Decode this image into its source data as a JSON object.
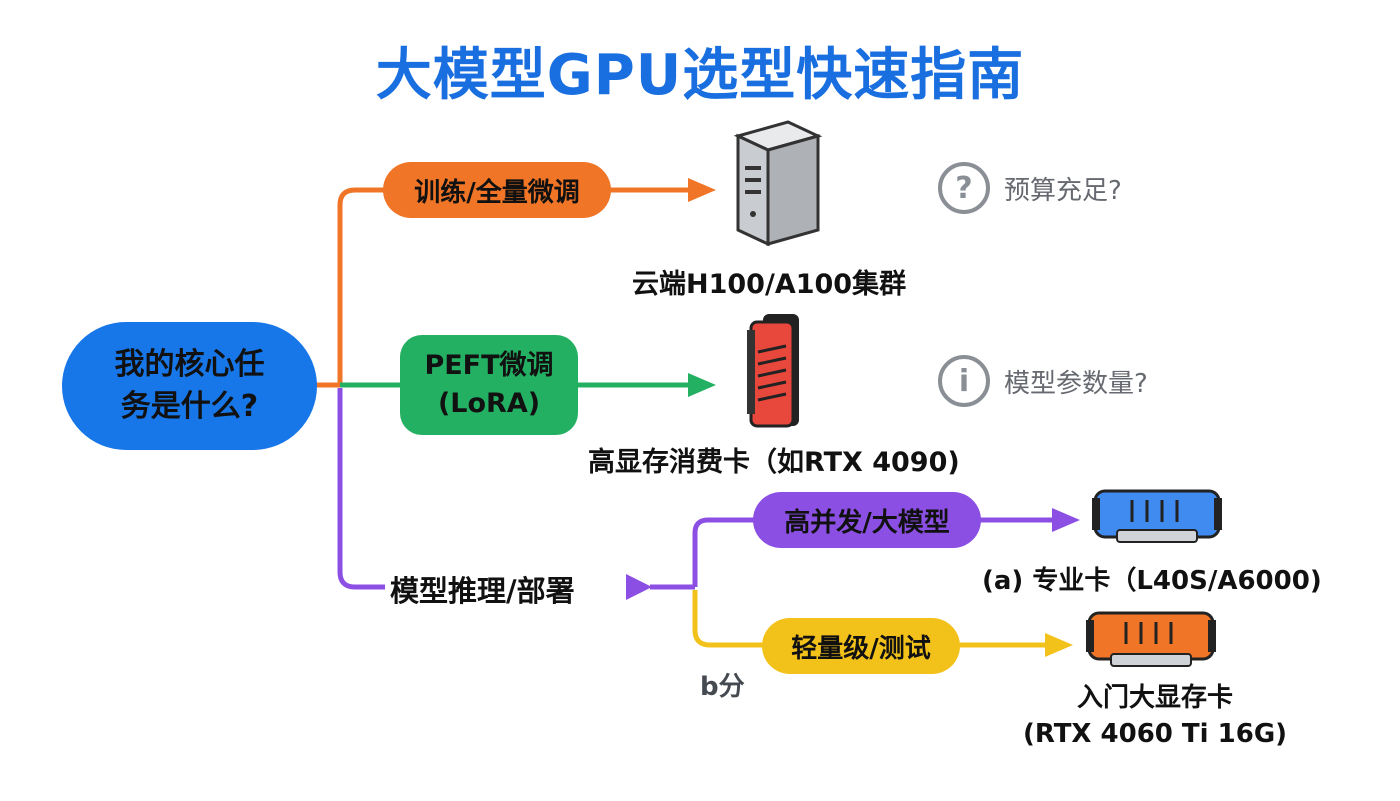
{
  "title": "大模型GPU选型快速指南",
  "root": {
    "label": "我的核心任务是什么?"
  },
  "branches": {
    "train": {
      "label": "训练/全量微调",
      "target": "云端H100/A100集群",
      "note": "预算充足?",
      "note_icon": "question-icon"
    },
    "peft": {
      "line1": "PEFT微调",
      "line2": "(LoRA)",
      "target": "高显存消费卡（如RTX 4090)",
      "note": "模型参数量?",
      "note_icon": "info-icon"
    },
    "infer": {
      "label": "模型推理/部署",
      "high": {
        "label": "高并发/大模型",
        "target": "(a) 专业卡（L40S/A6000)"
      },
      "light": {
        "label": "轻量级/测试",
        "target_line1": "入门大显存卡",
        "target_line2": "(RTX 4060 Ti 16G)"
      },
      "split_label": "b分"
    }
  },
  "colors": {
    "title": "#1a6fe0",
    "root": "#1877e8",
    "train": "#f07526",
    "peft": "#24b063",
    "infer": "#8c4fe3",
    "light": "#f3c21a",
    "note_gray": "#8a8f96"
  }
}
